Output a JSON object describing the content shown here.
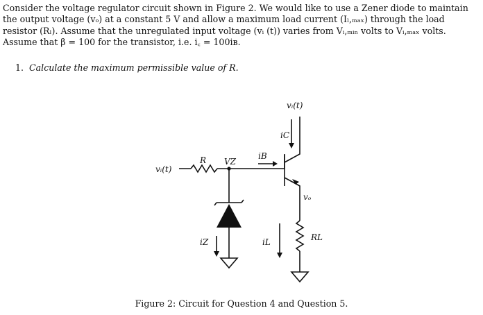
{
  "intro": {
    "lines": [
      "Consider the voltage regulator circuit shown in Figure 2. We would like to use a Zener diode to maintain",
      "the output voltage (vₒ) at a constant 5 V and allow a maximum load current (Iₗ,ₘₐₓ) through the load",
      "resistor (Rₗ). Assume that the unregulated input voltage (vᵢ (t)) varies from Vᵢ,ₘᵢₙ volts to Vᵢ,ₘₐₓ volts.",
      "Assume that β = 100 for the transistor, i.e. i꜀ = 100iʙ."
    ]
  },
  "question": {
    "number": "1.",
    "text": "Calculate the maximum permissible value of R."
  },
  "figure": {
    "labels": {
      "vi_top": "vᵢ(t)",
      "vi_left": "vᵢ(t)",
      "ic": "iC",
      "r": "R",
      "vz": "VZ",
      "ib": "iB",
      "vo": "vₒ",
      "iz": "iZ",
      "il": "iL",
      "rl": "RL"
    }
  },
  "caption": "Figure 2: Circuit for Question 4 and Question 5."
}
